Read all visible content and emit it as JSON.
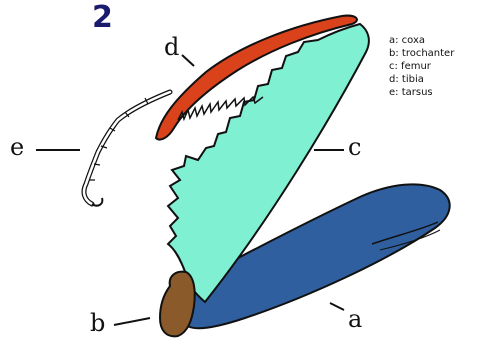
{
  "panel_number": "2",
  "legend": [
    "a: coxa",
    "b: trochanter",
    "c: femur",
    "d: tibia",
    "e: tarsus"
  ],
  "labels": {
    "a": "a",
    "b": "b",
    "c": "c",
    "d": "d",
    "e": "e"
  },
  "colors": {
    "coxa": "#2f5f9e",
    "trochanter": "#8b5a2b",
    "femur": "#7ff0d2",
    "tibia": "#d9421b",
    "outline": "#111111"
  }
}
